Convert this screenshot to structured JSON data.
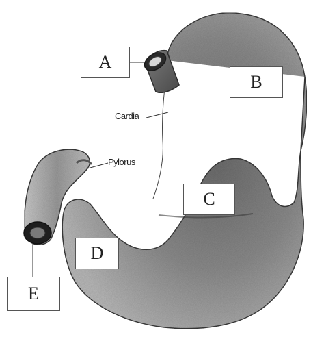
{
  "diagram": {
    "labels": {
      "a": "A",
      "b": "B",
      "c": "C",
      "d": "D",
      "e": "E"
    },
    "callouts": {
      "cardia": "Cardia",
      "pylorus": "Pylorus"
    }
  }
}
